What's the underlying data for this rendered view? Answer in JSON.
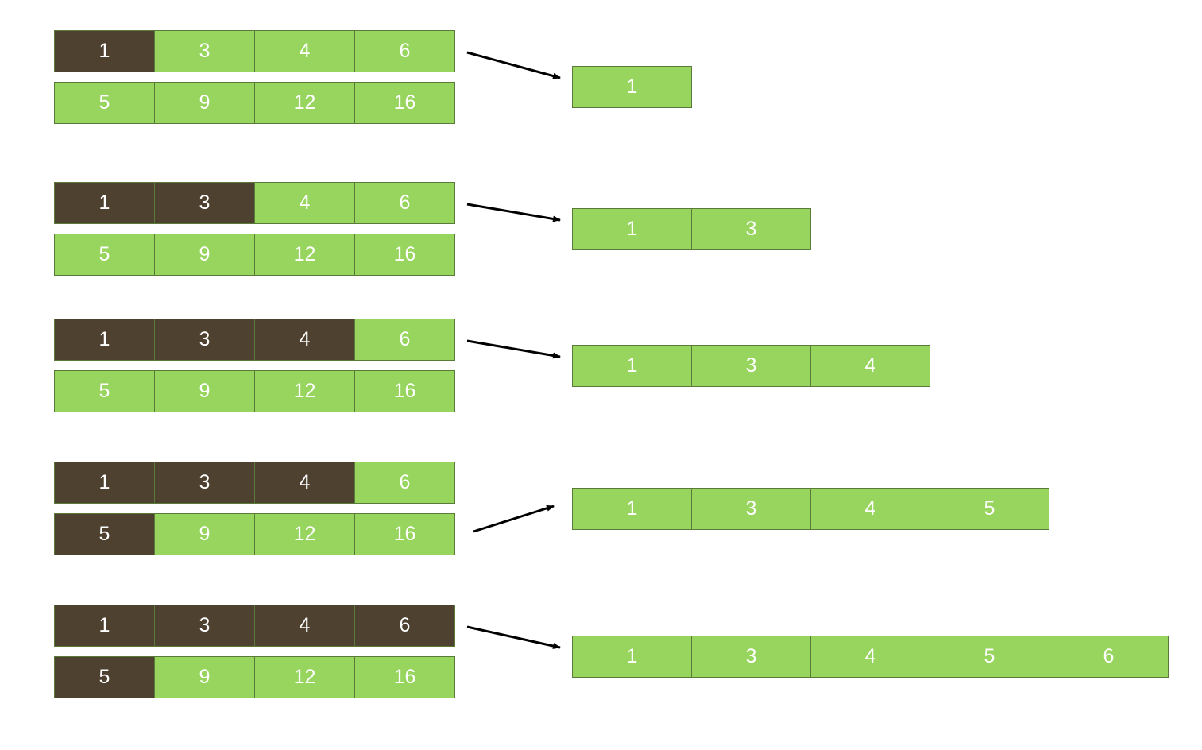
{
  "colors": {
    "consumed": "#4e4130",
    "pending": "#97d55f",
    "output": "#97d55f",
    "arrow": "#000000"
  },
  "steps": [
    {
      "array_a": [
        "1",
        "3",
        "4",
        "6"
      ],
      "array_b": [
        "5",
        "9",
        "12",
        "16"
      ],
      "consumed_a": 1,
      "consumed_b": 0,
      "result": [
        "1"
      ]
    },
    {
      "array_a": [
        "1",
        "3",
        "4",
        "6"
      ],
      "array_b": [
        "5",
        "9",
        "12",
        "16"
      ],
      "consumed_a": 2,
      "consumed_b": 0,
      "result": [
        "1",
        "3"
      ]
    },
    {
      "array_a": [
        "1",
        "3",
        "4",
        "6"
      ],
      "array_b": [
        "5",
        "9",
        "12",
        "16"
      ],
      "consumed_a": 3,
      "consumed_b": 0,
      "result": [
        "1",
        "3",
        "4"
      ]
    },
    {
      "array_a": [
        "1",
        "3",
        "4",
        "6"
      ],
      "array_b": [
        "5",
        "9",
        "12",
        "16"
      ],
      "consumed_a": 3,
      "consumed_b": 1,
      "result": [
        "1",
        "3",
        "4",
        "5"
      ]
    },
    {
      "array_a": [
        "1",
        "3",
        "4",
        "6"
      ],
      "array_b": [
        "5",
        "9",
        "12",
        "16"
      ],
      "consumed_a": 4,
      "consumed_b": 1,
      "result": [
        "1",
        "3",
        "4",
        "5",
        "6"
      ]
    }
  ]
}
